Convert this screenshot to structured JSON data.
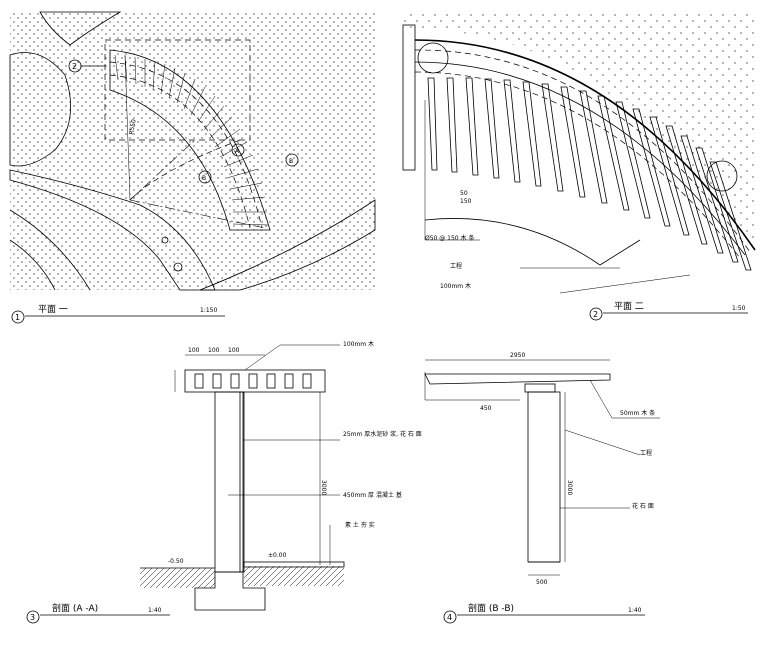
{
  "drawings": {
    "plan1": {
      "number": "1",
      "title": "平面 一",
      "scale": "1:150",
      "callout_2": "2",
      "callout_a": "A",
      "callout_b": "B",
      "radius_label": "R550"
    },
    "plan2": {
      "number": "2",
      "title": "平面 二",
      "scale": "1:50",
      "note_1": "Ø50 @ 150 木 条",
      "note_2": "100mm 木",
      "note_3": "工程",
      "dim_50": "50",
      "dim_150": "150"
    },
    "sectionA": {
      "number": "3",
      "title": "剖面 (A -A)",
      "scale": "1:40",
      "top_dims": [
        "100",
        "100",
        "100"
      ],
      "note_top": "100mm 木",
      "note_mid": "25mm 厚水泥砂 浆, 花 石 面",
      "note_low": "450mm 厚 混凝土 基",
      "note_bot": "素 土 夯 实",
      "level_left": "-0.50",
      "level_right": "±0.00",
      "height_dim": "3000"
    },
    "sectionB": {
      "number": "4",
      "title": "剖面 (B -B)",
      "scale": "1:40",
      "top_dim": "2950",
      "note_1": "50mm 木 条",
      "note_2": "工程",
      "note_3": "花 石 面",
      "height_dim": "3000",
      "base_dim": "500",
      "dim_450": "450"
    }
  }
}
